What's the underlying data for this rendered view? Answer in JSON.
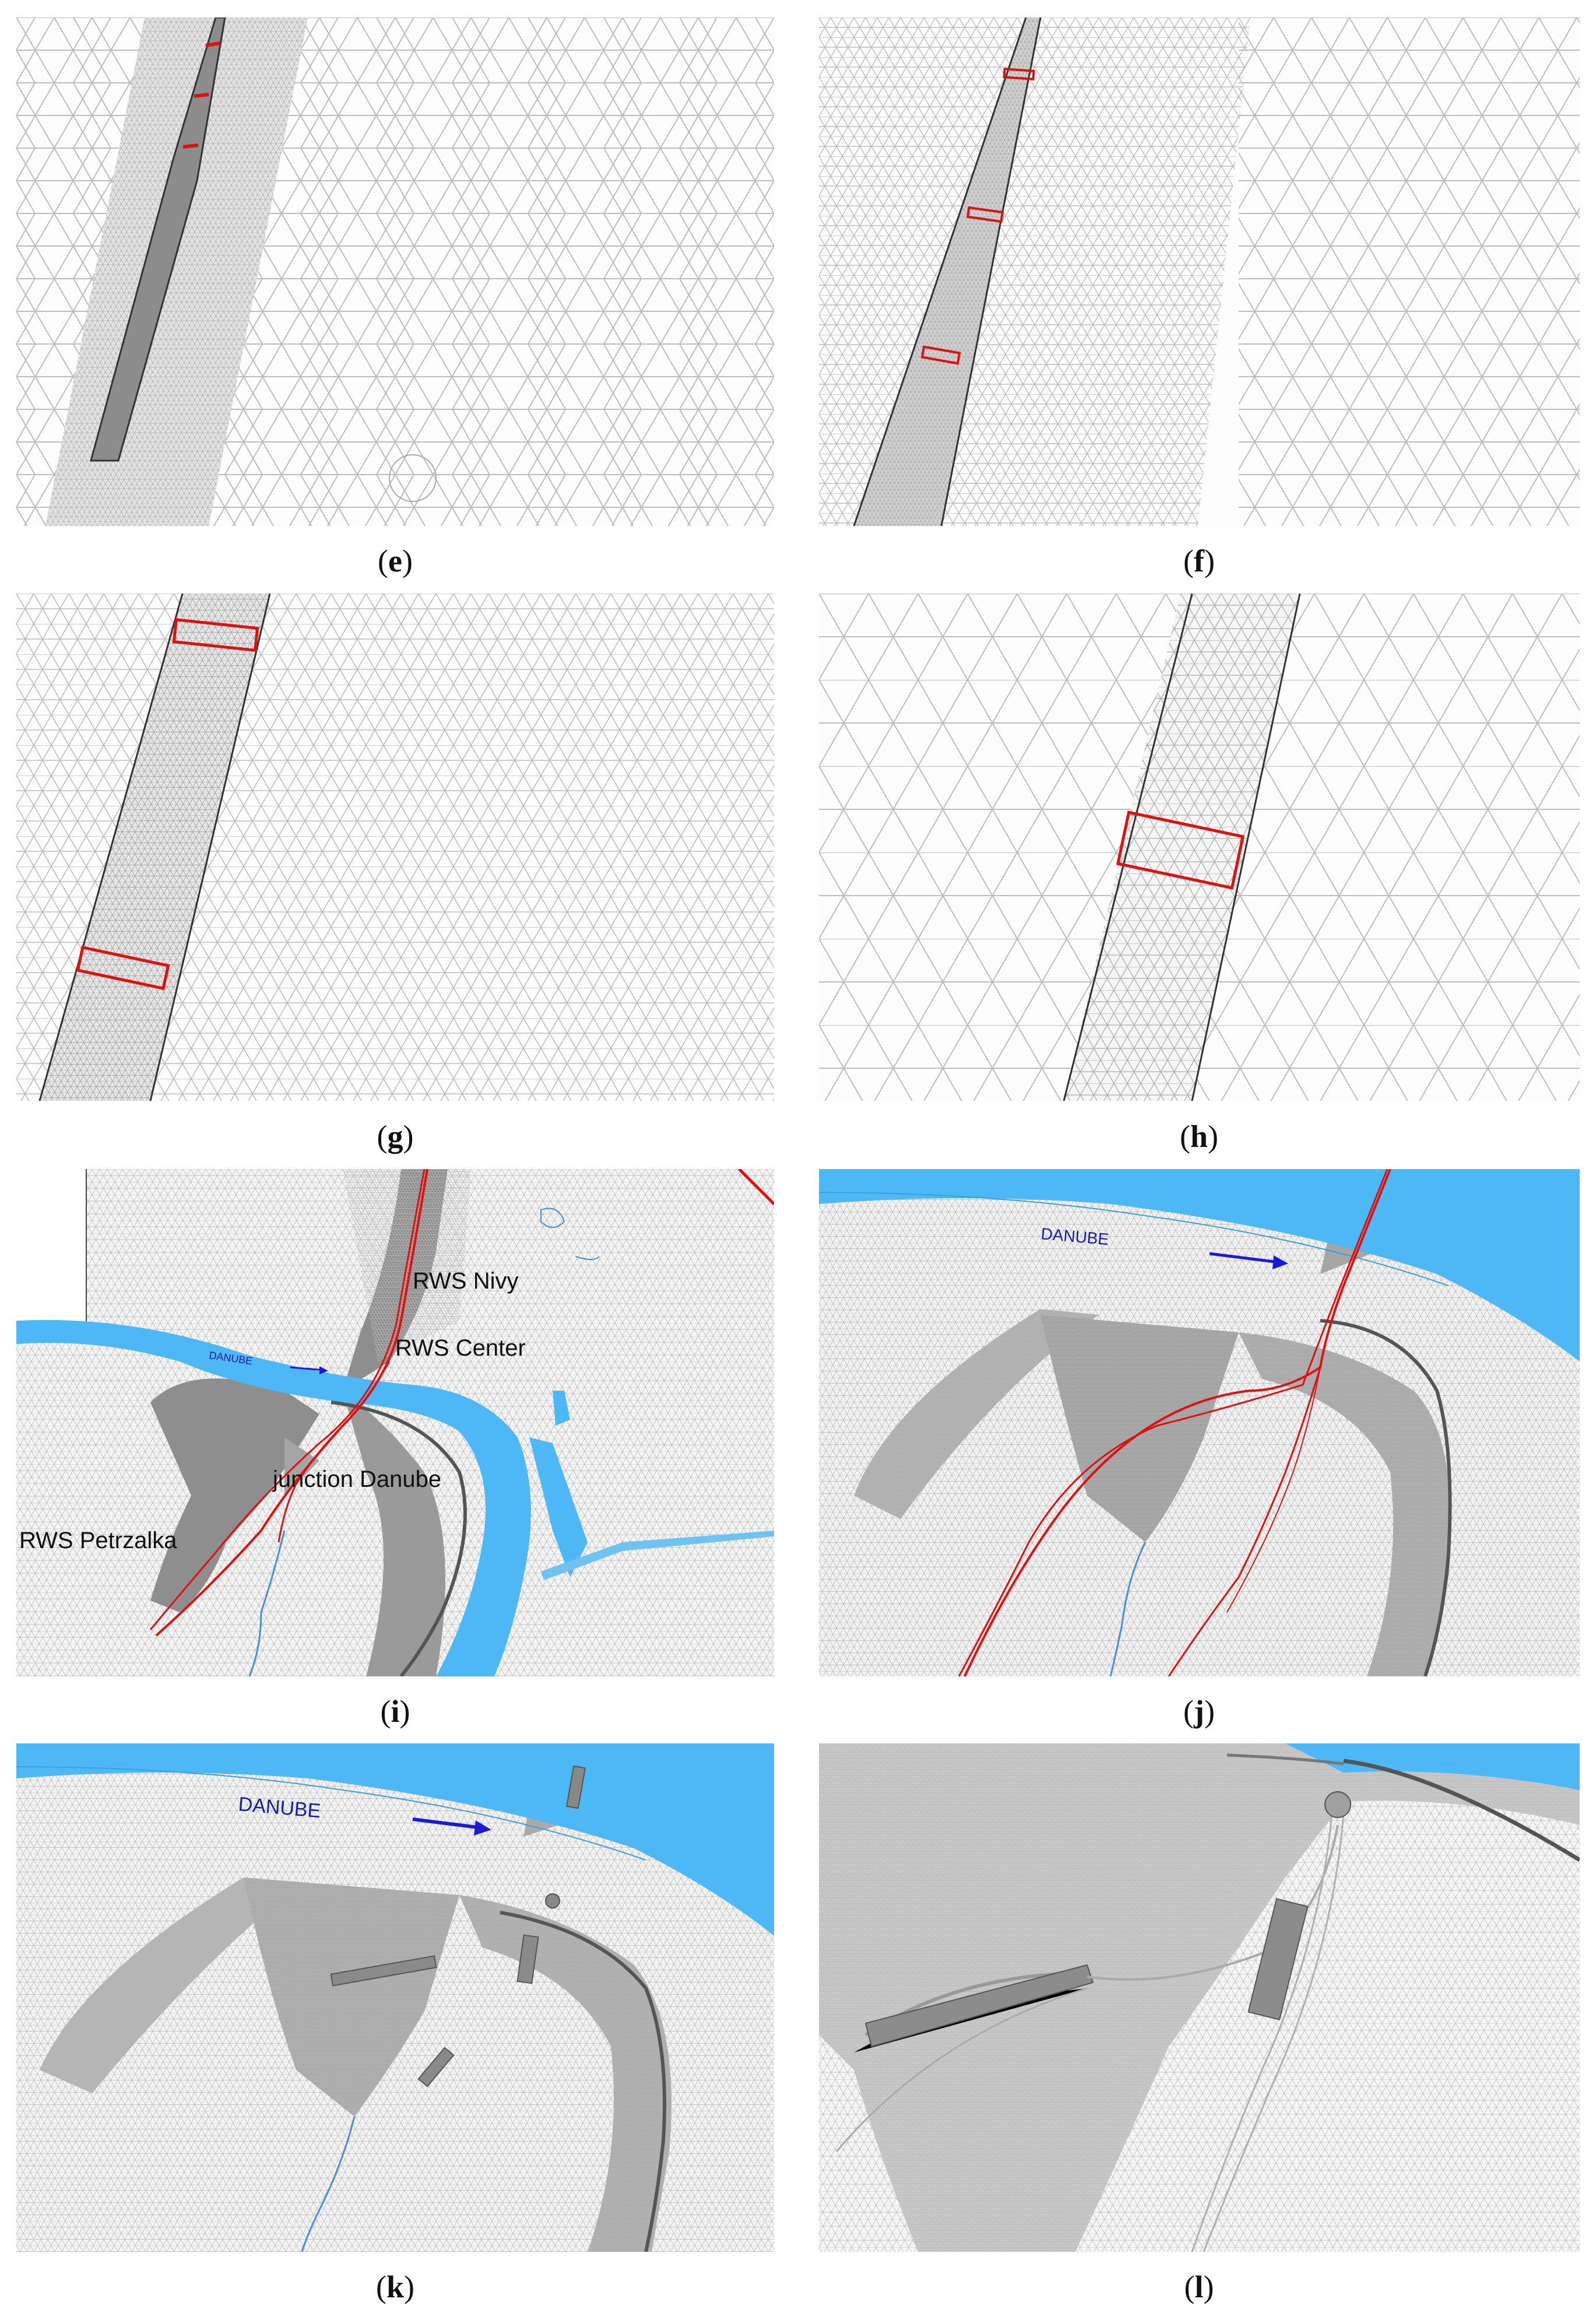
{
  "panels": [
    {
      "id": "e",
      "caption": "e"
    },
    {
      "id": "f",
      "caption": "f"
    },
    {
      "id": "g",
      "caption": "g"
    },
    {
      "id": "h",
      "caption": "h"
    },
    {
      "id": "i",
      "caption": "i"
    },
    {
      "id": "j",
      "caption": "j"
    },
    {
      "id": "k",
      "caption": "k"
    },
    {
      "id": "l",
      "caption": "l"
    }
  ],
  "labels": {
    "rws_nivy": "RWS Nivy",
    "rws_center": "RWS Center",
    "junction_danube": "junction Danube",
    "rws_petrzalka": "RWS Petrzalka",
    "danube_i": "DANUBE",
    "danube_j": "DANUBE",
    "danube_k": "DANUBE"
  },
  "colors": {
    "river": "#4db8f5",
    "route_red": "#e01010",
    "mesh_line": "#b5b5b5",
    "dense_mesh": "#c8c8c8",
    "structure_gray": "#9a9a9a",
    "arrow_blue": "#1a1ad8"
  }
}
